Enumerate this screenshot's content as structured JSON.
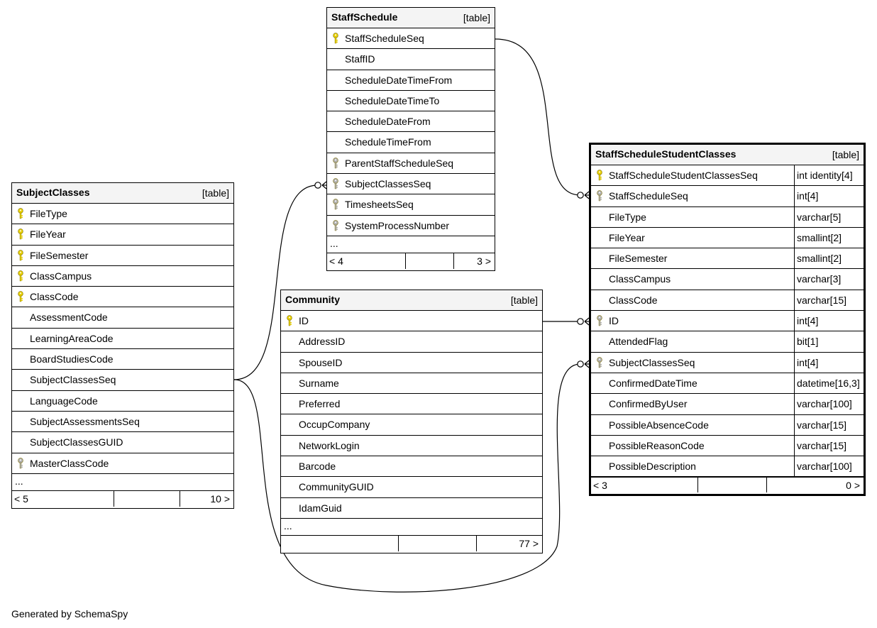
{
  "credit": "Generated by SchemaSpy",
  "colors": {
    "primary_key": "#e8d000",
    "foreign_key": "#b0b0b0",
    "header_bg": "#f4f4f4"
  },
  "tables": {
    "staffschedule": {
      "name": "StaffSchedule",
      "type": "[table]",
      "columns": [
        {
          "name": "StaffScheduleSeq",
          "key": "primary"
        },
        {
          "name": "StaffID",
          "key": ""
        },
        {
          "name": "ScheduleDateTimeFrom",
          "key": ""
        },
        {
          "name": "ScheduleDateTimeTo",
          "key": ""
        },
        {
          "name": "ScheduleDateFrom",
          "key": ""
        },
        {
          "name": "ScheduleTimeFrom",
          "key": ""
        },
        {
          "name": "ParentStaffScheduleSeq",
          "key": "foreign"
        },
        {
          "name": "SubjectClassesSeq",
          "key": "foreign"
        },
        {
          "name": "TimesheetsSeq",
          "key": "foreign"
        },
        {
          "name": "SystemProcessNumber",
          "key": "foreign"
        }
      ],
      "ellipsis": "...",
      "footer_left": "< 4",
      "footer_right": "3 >"
    },
    "subjectclasses": {
      "name": "SubjectClasses",
      "type": "[table]",
      "columns": [
        {
          "name": "FileType",
          "key": "primary"
        },
        {
          "name": "FileYear",
          "key": "primary"
        },
        {
          "name": "FileSemester",
          "key": "primary"
        },
        {
          "name": "ClassCampus",
          "key": "primary"
        },
        {
          "name": "ClassCode",
          "key": "primary"
        },
        {
          "name": "AssessmentCode",
          "key": ""
        },
        {
          "name": "LearningAreaCode",
          "key": ""
        },
        {
          "name": "BoardStudiesCode",
          "key": ""
        },
        {
          "name": "SubjectClassesSeq",
          "key": ""
        },
        {
          "name": "LanguageCode",
          "key": ""
        },
        {
          "name": "SubjectAssessmentsSeq",
          "key": ""
        },
        {
          "name": "SubjectClassesGUID",
          "key": ""
        },
        {
          "name": "MasterClassCode",
          "key": "foreign"
        }
      ],
      "ellipsis": "...",
      "footer_left": "< 5",
      "footer_right": "10 >"
    },
    "community": {
      "name": "Community",
      "type": "[table]",
      "columns": [
        {
          "name": "ID",
          "key": "primary"
        },
        {
          "name": "AddressID",
          "key": ""
        },
        {
          "name": "SpouseID",
          "key": ""
        },
        {
          "name": "Surname",
          "key": ""
        },
        {
          "name": "Preferred",
          "key": ""
        },
        {
          "name": "OccupCompany",
          "key": ""
        },
        {
          "name": "NetworkLogin",
          "key": ""
        },
        {
          "name": "Barcode",
          "key": ""
        },
        {
          "name": "CommunityGUID",
          "key": ""
        },
        {
          "name": "IdamGuid",
          "key": ""
        }
      ],
      "ellipsis": "...",
      "footer_left": "",
      "footer_right": "77 >"
    },
    "staffschedulestudentclasses": {
      "name": "StaffScheduleStudentClasses",
      "type": "[table]",
      "columns": [
        {
          "name": "StaffScheduleStudentClassesSeq",
          "dtype": "int identity[4]",
          "key": "primary"
        },
        {
          "name": "StaffScheduleSeq",
          "dtype": "int[4]",
          "key": "foreign"
        },
        {
          "name": "FileType",
          "dtype": "varchar[5]",
          "key": ""
        },
        {
          "name": "FileYear",
          "dtype": "smallint[2]",
          "key": ""
        },
        {
          "name": "FileSemester",
          "dtype": "smallint[2]",
          "key": ""
        },
        {
          "name": "ClassCampus",
          "dtype": "varchar[3]",
          "key": ""
        },
        {
          "name": "ClassCode",
          "dtype": "varchar[15]",
          "key": ""
        },
        {
          "name": "ID",
          "dtype": "int[4]",
          "key": "foreign"
        },
        {
          "name": "AttendedFlag",
          "dtype": "bit[1]",
          "key": ""
        },
        {
          "name": "SubjectClassesSeq",
          "dtype": "int[4]",
          "key": "foreign"
        },
        {
          "name": "ConfirmedDateTime",
          "dtype": "datetime[16,3]",
          "key": ""
        },
        {
          "name": "ConfirmedByUser",
          "dtype": "varchar[100]",
          "key": ""
        },
        {
          "name": "PossibleAbsenceCode",
          "dtype": "varchar[15]",
          "key": ""
        },
        {
          "name": "PossibleReasonCode",
          "dtype": "varchar[15]",
          "key": ""
        },
        {
          "name": "PossibleDescription",
          "dtype": "varchar[100]",
          "key": ""
        }
      ],
      "footer_left": "< 3",
      "footer_right": "0 >"
    }
  },
  "relationships": [
    {
      "from": "StaffSchedule.StaffScheduleSeq",
      "to": "StaffScheduleStudentClasses.StaffScheduleSeq"
    },
    {
      "from": "Community.ID",
      "to": "StaffScheduleStudentClasses.ID"
    },
    {
      "from": "SubjectClasses.SubjectClassesSeq",
      "to": "StaffScheduleStudentClasses.SubjectClassesSeq"
    },
    {
      "from": "SubjectClasses.SubjectClassesSeq",
      "to": "StaffSchedule.SubjectClassesSeq"
    }
  ]
}
